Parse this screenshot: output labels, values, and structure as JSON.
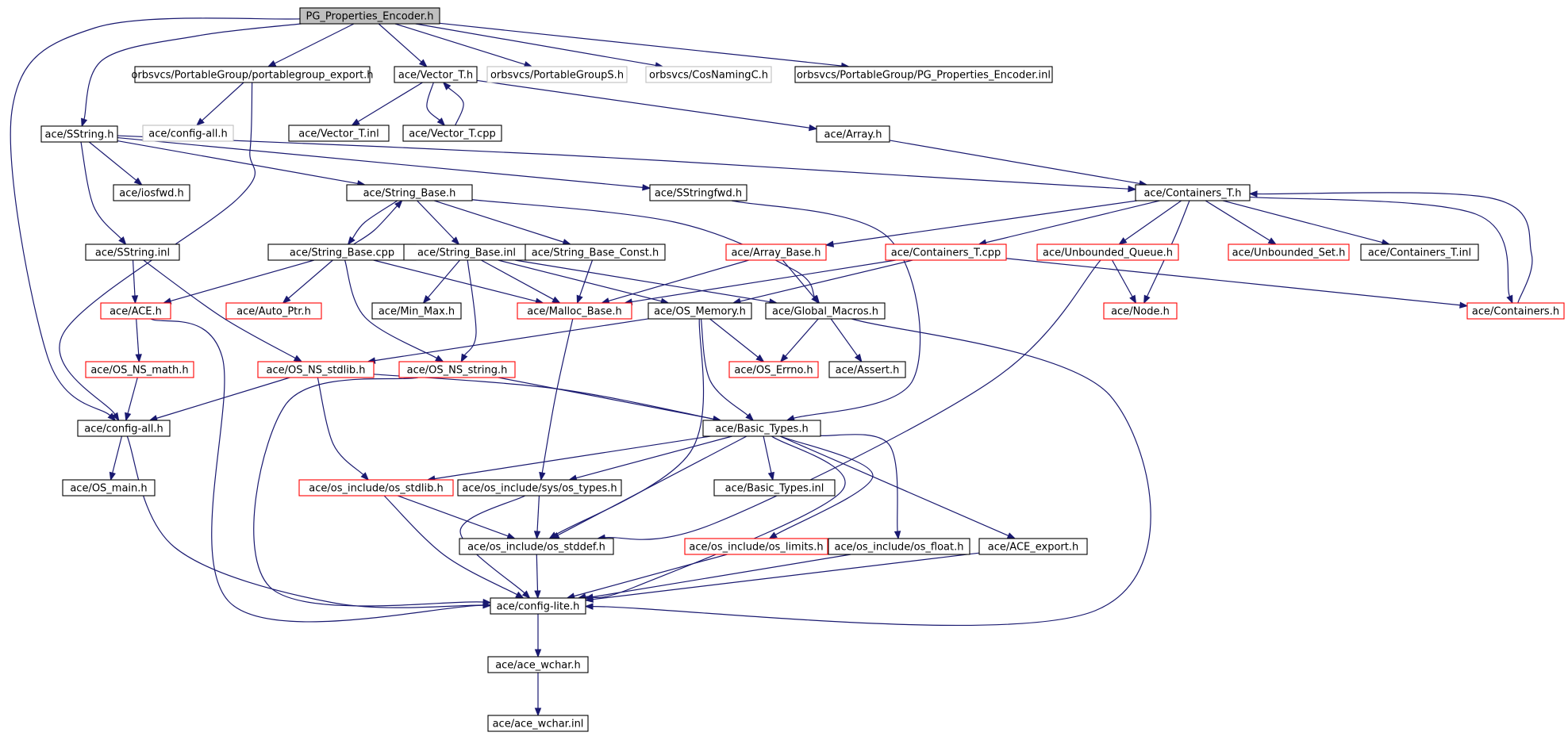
{
  "colors": {
    "edge": "#191970",
    "root_fill": "#bfbfbf",
    "border_normal": "#000000",
    "border_truncated": "#ff0000",
    "border_external": "#bfbfbf"
  },
  "nodes": {
    "root": {
      "label": "PG_Properties_Encoder.h",
      "kind": "root"
    },
    "pgexport": {
      "label": "orbsvcs/PortableGroup/portablegroup_export.h",
      "kind": "normal"
    },
    "vector_t_h": {
      "label": "ace/Vector_T.h",
      "kind": "normal"
    },
    "portablegroups_h": {
      "label": "orbsvcs/PortableGroupS.h",
      "kind": "external"
    },
    "cosnamingc_h": {
      "label": "orbsvcs/CosNamingC.h",
      "kind": "external"
    },
    "pgpe_inl": {
      "label": "orbsvcs/PortableGroup/PG_Properties_Encoder.inl",
      "kind": "normal"
    },
    "sstring_h": {
      "label": "ace/SString.h",
      "kind": "normal"
    },
    "config_all_ext": {
      "label": "ace/config-all.h",
      "kind": "external"
    },
    "vector_t_inl": {
      "label": "ace/Vector_T.inl",
      "kind": "normal"
    },
    "vector_t_cpp": {
      "label": "ace/Vector_T.cpp",
      "kind": "normal"
    },
    "array_h": {
      "label": "ace/Array.h",
      "kind": "normal"
    },
    "iosfwd_h": {
      "label": "ace/iosfwd.h",
      "kind": "normal"
    },
    "string_base_h": {
      "label": "ace/String_Base.h",
      "kind": "normal"
    },
    "sstringfwd_h": {
      "label": "ace/SStringfwd.h",
      "kind": "normal"
    },
    "containers_t_h": {
      "label": "ace/Containers_T.h",
      "kind": "normal"
    },
    "sstring_inl": {
      "label": "ace/SString.inl",
      "kind": "normal"
    },
    "string_base_cpp": {
      "label": "ace/String_Base.cpp",
      "kind": "normal"
    },
    "string_base_inl": {
      "label": "ace/String_Base.inl",
      "kind": "normal"
    },
    "string_base_const_h": {
      "label": "ace/String_Base_Const.h",
      "kind": "normal"
    },
    "array_base_h": {
      "label": "ace/Array_Base.h",
      "kind": "truncated"
    },
    "containers_t_cpp": {
      "label": "ace/Containers_T.cpp",
      "kind": "truncated"
    },
    "unbounded_queue_h": {
      "label": "ace/Unbounded_Queue.h",
      "kind": "truncated"
    },
    "unbounded_set_h": {
      "label": "ace/Unbounded_Set.h",
      "kind": "truncated"
    },
    "containers_t_inl": {
      "label": "ace/Containers_T.inl",
      "kind": "normal"
    },
    "ace_h": {
      "label": "ace/ACE.h",
      "kind": "truncated"
    },
    "auto_ptr_h": {
      "label": "ace/Auto_Ptr.h",
      "kind": "truncated"
    },
    "min_max_h": {
      "label": "ace/Min_Max.h",
      "kind": "normal"
    },
    "malloc_base_h": {
      "label": "ace/Malloc_Base.h",
      "kind": "truncated"
    },
    "os_memory_h": {
      "label": "ace/OS_Memory.h",
      "kind": "normal"
    },
    "global_macros_h": {
      "label": "ace/Global_Macros.h",
      "kind": "normal"
    },
    "node_h": {
      "label": "ace/Node.h",
      "kind": "truncated"
    },
    "containers_h": {
      "label": "ace/Containers.h",
      "kind": "truncated"
    },
    "os_ns_math_h": {
      "label": "ace/OS_NS_math.h",
      "kind": "truncated"
    },
    "os_ns_stdlib_h": {
      "label": "ace/OS_NS_stdlib.h",
      "kind": "truncated"
    },
    "os_ns_string_h": {
      "label": "ace/OS_NS_string.h",
      "kind": "truncated"
    },
    "os_errno_h": {
      "label": "ace/OS_Errno.h",
      "kind": "truncated"
    },
    "assert_h": {
      "label": "ace/Assert.h",
      "kind": "normal"
    },
    "config_all_h": {
      "label": "ace/config-all.h",
      "kind": "normal"
    },
    "basic_types_h": {
      "label": "ace/Basic_Types.h",
      "kind": "normal"
    },
    "os_main_h": {
      "label": "ace/OS_main.h",
      "kind": "normal"
    },
    "os_stdlib_h": {
      "label": "ace/os_include/os_stdlib.h",
      "kind": "truncated"
    },
    "os_types_h": {
      "label": "ace/os_include/sys/os_types.h",
      "kind": "normal"
    },
    "basic_types_inl": {
      "label": "ace/Basic_Types.inl",
      "kind": "normal"
    },
    "os_stddef_h": {
      "label": "ace/os_include/os_stddef.h",
      "kind": "normal"
    },
    "os_limits_h": {
      "label": "ace/os_include/os_limits.h",
      "kind": "truncated"
    },
    "os_float_h": {
      "label": "ace/os_include/os_float.h",
      "kind": "normal"
    },
    "ace_export_h": {
      "label": "ace/ACE_export.h",
      "kind": "normal"
    },
    "config_lite_h": {
      "label": "ace/config-lite.h",
      "kind": "normal"
    },
    "ace_wchar_h": {
      "label": "ace/ace_wchar.h",
      "kind": "normal"
    },
    "ace_wchar_inl": {
      "label": "ace/ace_wchar.inl",
      "kind": "normal"
    }
  }
}
